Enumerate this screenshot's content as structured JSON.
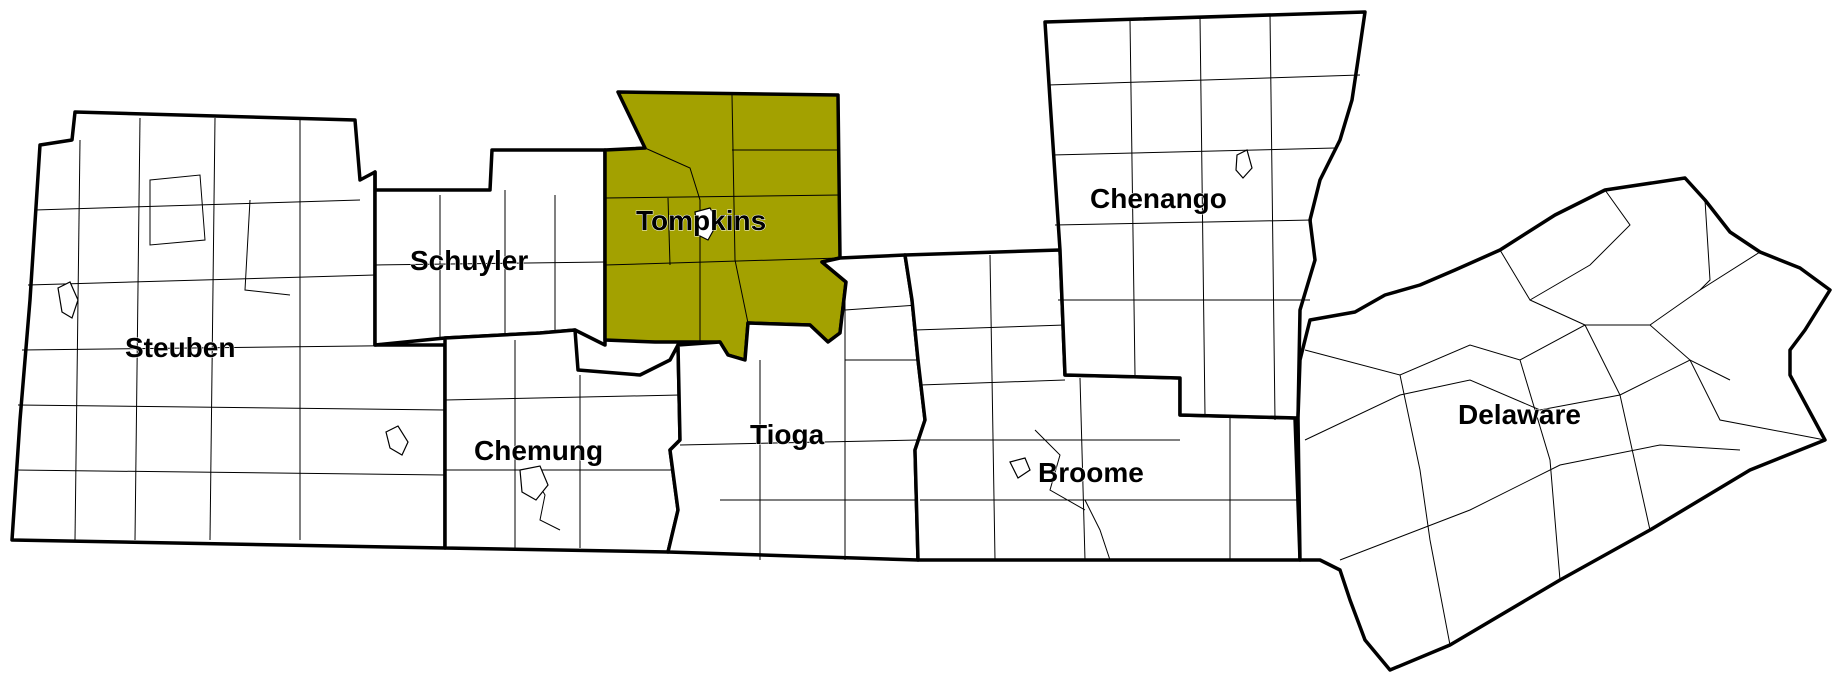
{
  "map": {
    "highlight_color": "#a3a100",
    "border_color": "#000000",
    "background_color": "#ffffff",
    "counties": [
      {
        "id": "steuben",
        "label": "Steuben",
        "highlighted": false
      },
      {
        "id": "schuyler",
        "label": "Schuyler",
        "highlighted": false
      },
      {
        "id": "tompkins",
        "label": "Tompkins",
        "highlighted": true
      },
      {
        "id": "chemung",
        "label": "Chemung",
        "highlighted": false
      },
      {
        "id": "tioga",
        "label": "Tioga",
        "highlighted": false
      },
      {
        "id": "broome",
        "label": "Broome",
        "highlighted": false
      },
      {
        "id": "chenango",
        "label": "Chenango",
        "highlighted": false
      },
      {
        "id": "delaware",
        "label": "Delaware",
        "highlighted": false
      }
    ]
  }
}
